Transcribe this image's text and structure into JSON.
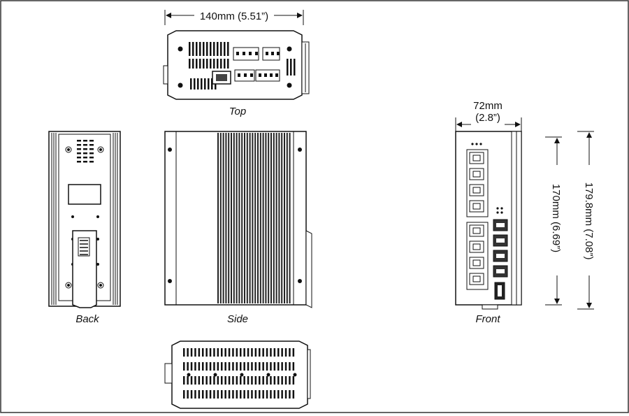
{
  "dimensions": {
    "top_width": "140mm (5.51”)",
    "front_width_line1": "72mm",
    "front_width_line2": "(2.8”)",
    "height_inner": "170mm (6.69”)",
    "height_outer": "179.8mm (7.08”)"
  },
  "views": {
    "top": "Top",
    "back": "Back",
    "side": "Side",
    "front": "Front"
  },
  "colors": {
    "line": "#111111",
    "frame": "#333333",
    "fin": "#222222",
    "fill": "#ffffff"
  }
}
